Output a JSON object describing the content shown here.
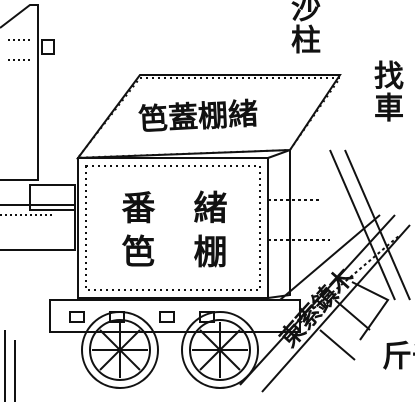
{
  "labels": {
    "top_right_partial": "沙柱",
    "side_right": "找車",
    "cart_roof": "笆蓋棚緒",
    "cart_front_col1": "緒棚",
    "cart_front_col2": "番笆",
    "pole_text": "東索鎮木",
    "bottom_right": "千斤"
  },
  "colors": {
    "ink": "#111111",
    "paper": "#ffffff"
  }
}
